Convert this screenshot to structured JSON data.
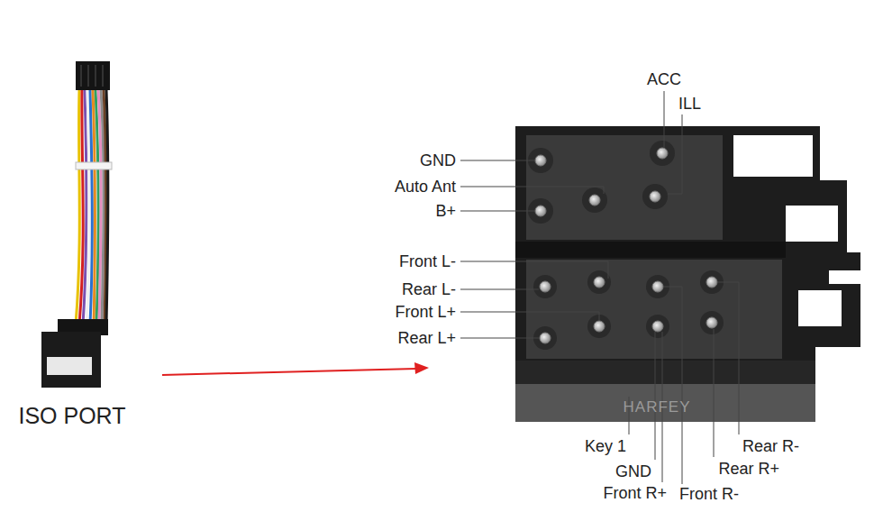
{
  "diagram": {
    "labels": [
      "ACC",
      "ILL",
      "GND",
      "Auto Ant",
      "B+",
      "Front L-",
      "Rear L-",
      "Front L+",
      "Rear L+",
      "HARFEY",
      "Key 1",
      "GND",
      "Rear R-",
      "Rear R+",
      "Front R+",
      "Front R-",
      "ISO PORT"
    ]
  }
}
